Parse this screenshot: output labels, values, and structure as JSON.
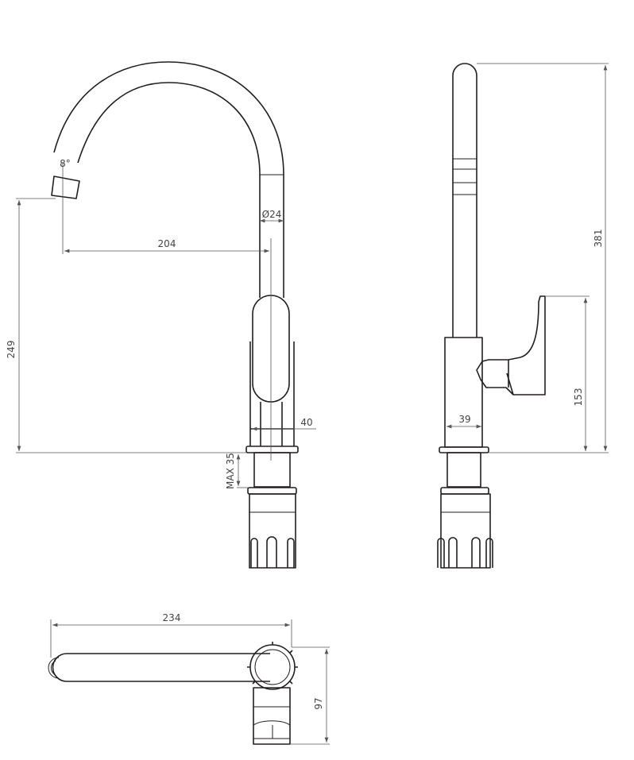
{
  "front_view": {
    "spout_angle": "8°",
    "pipe_diameter": "Ø24",
    "spout_reach": "204",
    "spout_height": "249",
    "body_width": "40",
    "max_deck_thickness": "MAX 35"
  },
  "side_view": {
    "total_height": "381",
    "handle_height": "153",
    "body_depth": "39"
  },
  "top_view": {
    "total_length": "234",
    "total_depth": "97"
  }
}
